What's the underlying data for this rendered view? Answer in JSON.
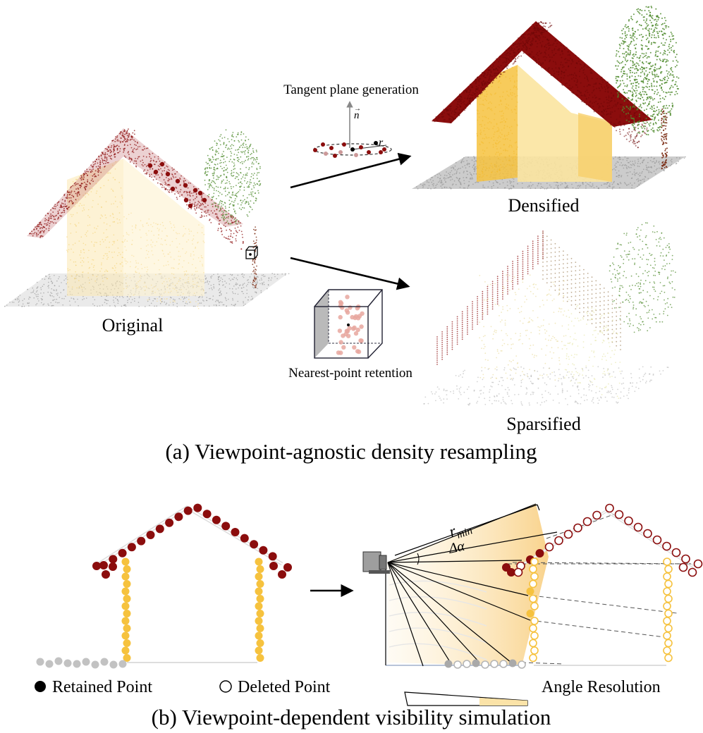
{
  "panel_a": {
    "original_label": "Original",
    "densified_label": "Densified",
    "sparsified_label": "Sparsified",
    "tangent_label": "Tangent plane generation",
    "normal_symbol": "n",
    "radius_symbol": "r",
    "nearest_label": "Nearest-point retention",
    "caption": "(a) Viewpoint-agnostic density resampling"
  },
  "panel_b": {
    "legend_retained": "Retained Point",
    "legend_deleted": "Deleted Point",
    "angle_resolution_label": "Angle Resolution",
    "rmin_label": "r",
    "rmin_sub": "min",
    "dalpha_label": "Δα",
    "caption": "(b) Viewpoint-dependent visibility simulation"
  },
  "colors": {
    "roof": "#8b0d0d",
    "wall": "#f6c23e",
    "wall_fill": "#fbe7a6",
    "tree": "#4e8a2c",
    "trunk": "#7a2a12",
    "ground": "#b9b9b9",
    "ground_b": "#c2c2c2"
  }
}
